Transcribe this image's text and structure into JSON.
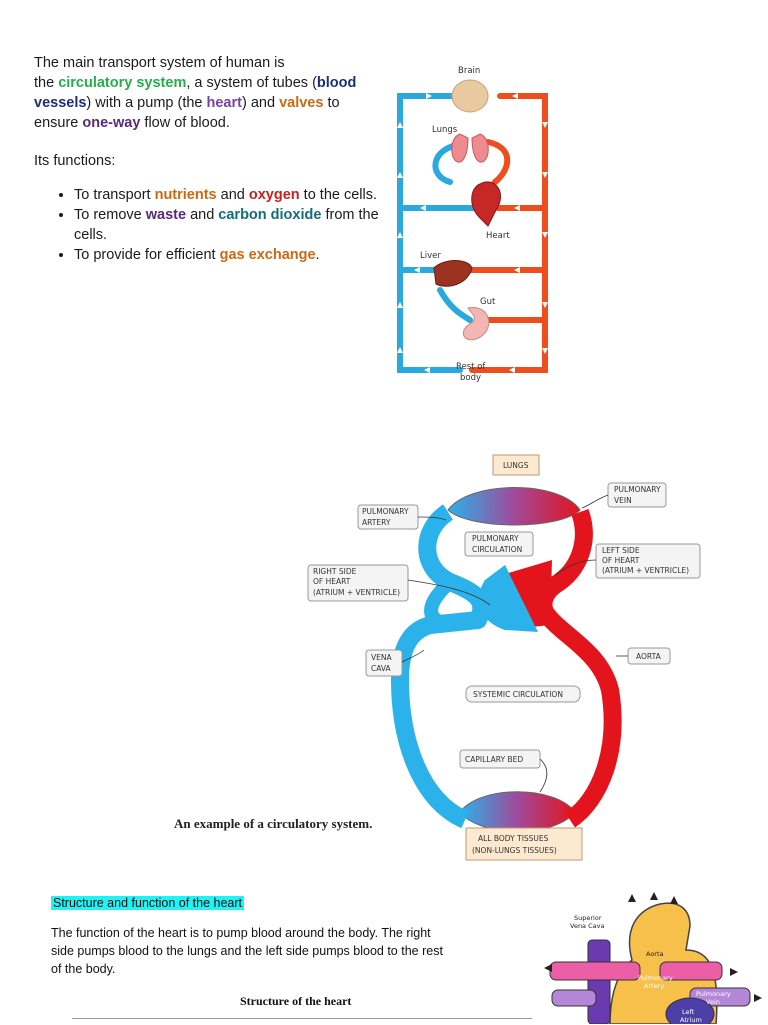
{
  "intro": {
    "line1": "The main transport system of human is",
    "the": "the ",
    "circulatory_system": "circulatory system",
    "mid": ", a system of tubes (",
    "blood_vessels": "blood vessels",
    "pump_pre": ") with a pump (the ",
    "heart": "heart",
    "and_pre": ") and ",
    "valves": "valves",
    "to_ensure": " to ensure ",
    "one_way": "one-way",
    "flow": " flow of blood."
  },
  "functions": {
    "heading": "Its functions:",
    "items": [
      {
        "p1": "To transport ",
        "k1": "nutrients",
        "p2": " and ",
        "k2": "oxygen",
        "p3": " to the cells."
      },
      {
        "p1": "To remove ",
        "k1": "waste",
        "p2": " and ",
        "k2": "carbon dioxide",
        "p3": " from the cells."
      },
      {
        "p1": "To provide for efficient ",
        "k1": "gas exchange",
        "p3": "."
      }
    ]
  },
  "organ_diagram": {
    "brain": "Brain",
    "lungs": "Lungs",
    "heart": "Heart",
    "liver": "Liver",
    "gut": "Gut",
    "rest1": "Rest of",
    "rest2": "body"
  },
  "circ_diagram": {
    "lungs": "LUNGS",
    "pulm_artery1": "PULMONARY",
    "pulm_artery2": "ARTERY",
    "pulm_vein1": "PULMONARY",
    "pulm_vein2": "VEIN",
    "pulm_circ1": "PULMONARY",
    "pulm_circ2": "CIRCULATION",
    "left_side1": "LEFT SIDE",
    "left_side2": "OF HEART",
    "left_side3": "(ATRIUM + VENTRICLE)",
    "right_side1": "RIGHT SIDE",
    "right_side2": "OF HEART",
    "right_side3": "(ATRIUM + VENTRICLE)",
    "vena1": "VENA",
    "vena2": "CAVA",
    "aorta": "AORTA",
    "systemic": "SYSTEMIC  CIRCULATION",
    "capillary": "CAPILLARY  BED",
    "tissues1": "ALL  BODY  TISSUES",
    "tissues2": "(NON-LUNGS  TISSUES)",
    "caption": "An example of a circulatory system."
  },
  "section": {
    "title": "Structure and function of the heart",
    "body": "The function of the heart is to pump blood around the body. The right side pumps blood to the lungs and the left side pumps blood to the rest of the body.",
    "table_title": "Structure of the heart"
  },
  "heart_diagram": {
    "superior1": "Superior",
    "superior2": "Vena Cava",
    "aorta": "Aorta",
    "pulm_artery1": "Pulmonary",
    "pulm_artery2": "Artery",
    "pulm_vein1": "Pulmonary",
    "pulm_vein2": "Vein",
    "left1": "Left",
    "left2": "Atrium"
  },
  "colors": {
    "oxygenated": "#ee4e1e",
    "deoxygenated": "#2aa9de",
    "arterial_red": "#e3141c",
    "venous_blue": "#2bb2ea",
    "highlight": "#23f2f5",
    "label_box": "#fde9d0"
  }
}
